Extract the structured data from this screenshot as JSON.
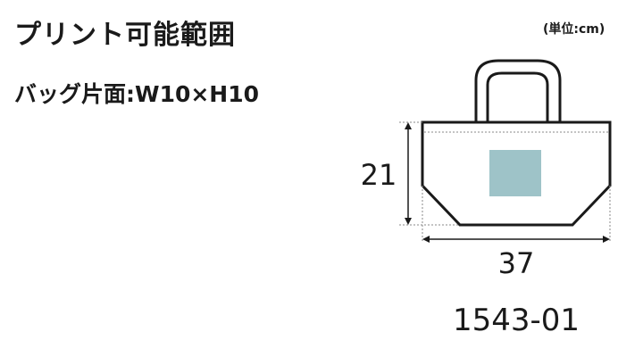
{
  "header": {
    "title": "プリント可能範囲",
    "unit": "(単位:cm)"
  },
  "spec": {
    "label": "バッグ片面:W10×H10"
  },
  "diagram": {
    "height_dim": "21",
    "width_dim": "37",
    "model_number": "1543-01",
    "colors": {
      "outline": "#1a1a1a",
      "print_area": "#9ec3c8",
      "dotted": "#888888"
    }
  }
}
